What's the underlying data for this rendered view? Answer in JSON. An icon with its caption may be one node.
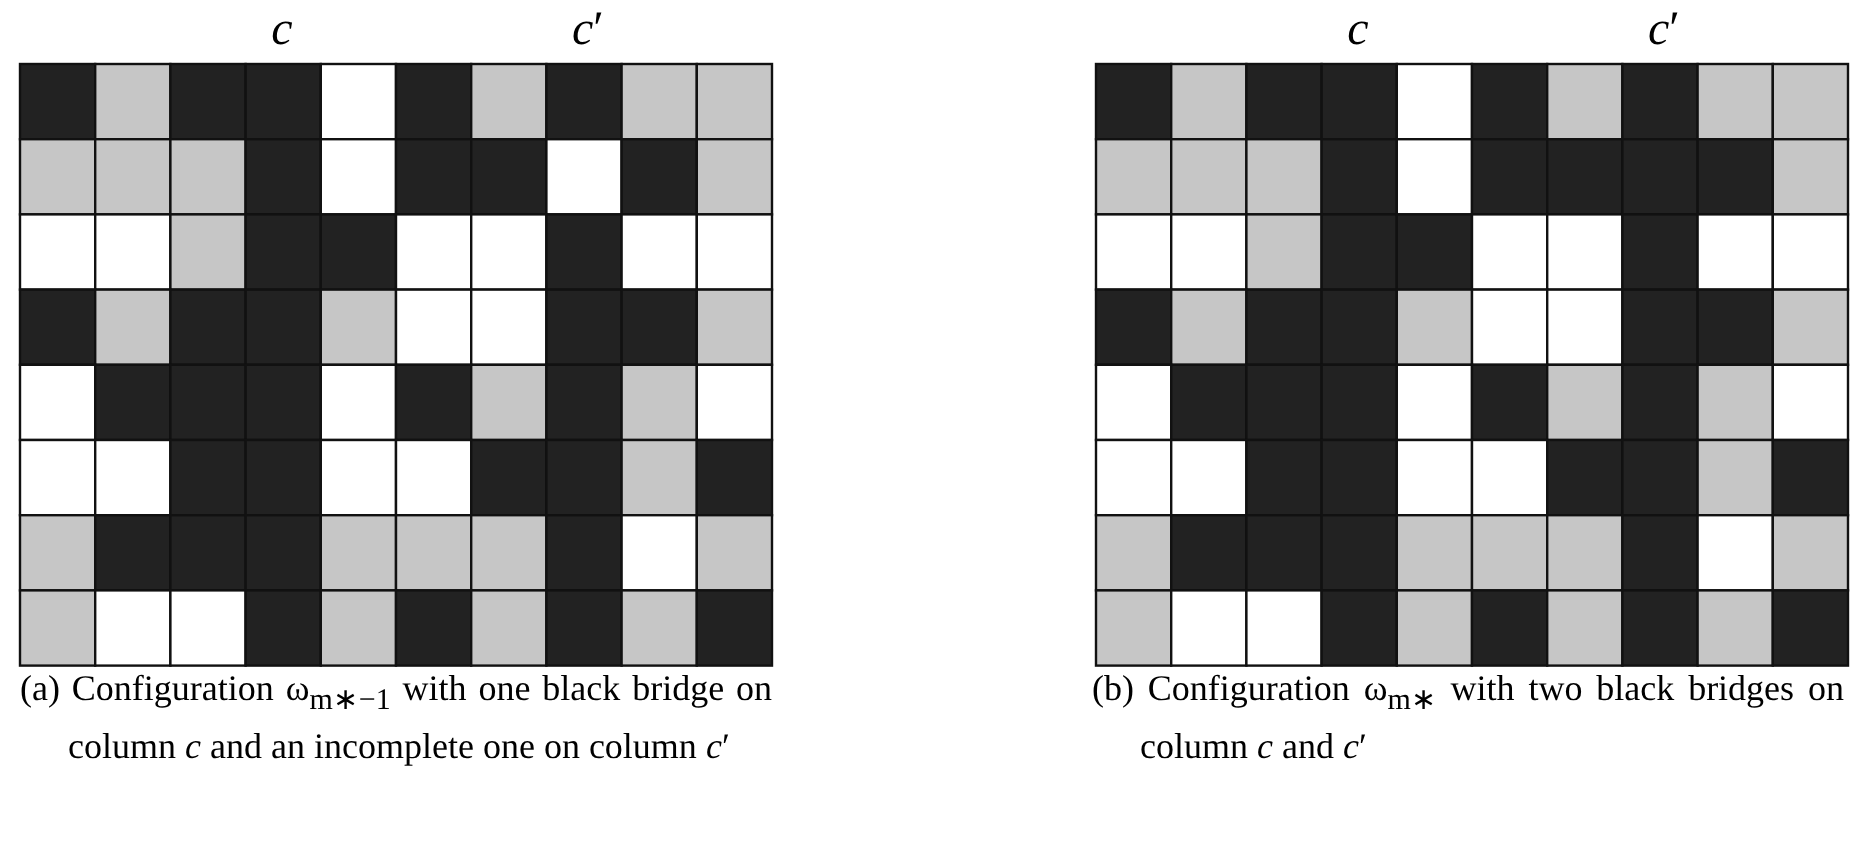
{
  "diagram": {
    "labels": [
      "*c*",
      "*c*′",
      "*c*",
      "*c*′",
      "(a) Configuration ω$_{m∗−1}$ with one black bridge on column *c* and an incomplete one on column *c*′",
      "(b) Configuration ω$_{m∗}$ with two black bridges on column *c* and *c*′"
    ]
  }
}
